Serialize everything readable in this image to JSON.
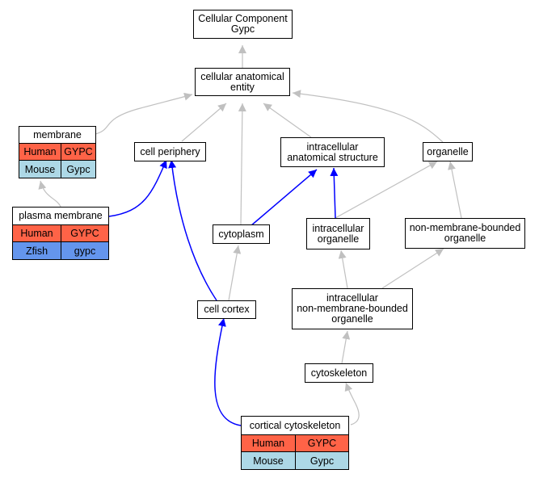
{
  "nodes": {
    "cellular_component": {
      "line1": "Cellular Component",
      "line2": "Gypc"
    },
    "cellular_anatomical_entity": {
      "line1": "cellular anatomical",
      "line2": "entity"
    },
    "membrane": {
      "label": "membrane"
    },
    "cell_periphery": {
      "label": "cell periphery"
    },
    "intracellular_anatomical_structure": {
      "line1": "intracellular",
      "line2": "anatomical structure"
    },
    "organelle": {
      "label": "organelle"
    },
    "plasma_membrane": {
      "label": "plasma membrane"
    },
    "cytoplasm": {
      "label": "cytoplasm"
    },
    "intracellular_organelle": {
      "line1": "intracellular",
      "line2": "organelle"
    },
    "non_membrane_bounded_organelle": {
      "line1": "non-membrane-bounded",
      "line2": "organelle"
    },
    "cell_cortex": {
      "label": "cell cortex"
    },
    "intracellular_nmbo": {
      "line1": "intracellular",
      "line2": "non-membrane-bounded",
      "line3": "organelle"
    },
    "cytoskeleton": {
      "label": "cytoskeleton"
    },
    "cortical_cytoskeleton": {
      "label": "cortical cytoskeleton"
    }
  },
  "orthologs": {
    "membrane": [
      {
        "species": "Human",
        "gene": "GYPC",
        "color": "#ff6347"
      },
      {
        "species": "Mouse",
        "gene": "Gypc",
        "color": "#add8e6"
      }
    ],
    "plasma_membrane": [
      {
        "species": "Human",
        "gene": "GYPC",
        "color": "#ff6347"
      },
      {
        "species": "Zfish",
        "gene": "gypc",
        "color": "#6495ed"
      }
    ],
    "cortical_cytoskeleton": [
      {
        "species": "Human",
        "gene": "GYPC",
        "color": "#ff6347"
      },
      {
        "species": "Mouse",
        "gene": "Gypc",
        "color": "#add8e6"
      }
    ]
  },
  "edges": [
    {
      "from": "cellular_anatomical_entity",
      "to": "cellular_component",
      "relation": "is_a"
    },
    {
      "from": "membrane",
      "to": "cellular_anatomical_entity",
      "relation": "is_a"
    },
    {
      "from": "cell_periphery",
      "to": "cellular_anatomical_entity",
      "relation": "is_a"
    },
    {
      "from": "intracellular_anatomical_structure",
      "to": "cellular_anatomical_entity",
      "relation": "is_a"
    },
    {
      "from": "organelle",
      "to": "cellular_anatomical_entity",
      "relation": "is_a"
    },
    {
      "from": "cytoplasm",
      "to": "cellular_anatomical_entity",
      "relation": "is_a"
    },
    {
      "from": "plasma_membrane",
      "to": "membrane",
      "relation": "is_a"
    },
    {
      "from": "plasma_membrane",
      "to": "cell_periphery",
      "relation": "part_of"
    },
    {
      "from": "cell_cortex",
      "to": "cell_periphery",
      "relation": "part_of"
    },
    {
      "from": "cytoplasm",
      "to": "intracellular_anatomical_structure",
      "relation": "part_of"
    },
    {
      "from": "intracellular_organelle",
      "to": "intracellular_anatomical_structure",
      "relation": "part_of"
    },
    {
      "from": "intracellular_organelle",
      "to": "organelle",
      "relation": "is_a"
    },
    {
      "from": "non_membrane_bounded_organelle",
      "to": "organelle",
      "relation": "is_a"
    },
    {
      "from": "cell_cortex",
      "to": "cytoplasm",
      "relation": "is_a"
    },
    {
      "from": "intracellular_nmbo",
      "to": "intracellular_organelle",
      "relation": "is_a"
    },
    {
      "from": "intracellular_nmbo",
      "to": "non_membrane_bounded_organelle",
      "relation": "is_a"
    },
    {
      "from": "cytoskeleton",
      "to": "intracellular_nmbo",
      "relation": "is_a"
    },
    {
      "from": "cortical_cytoskeleton",
      "to": "cell_cortex",
      "relation": "part_of"
    },
    {
      "from": "cortical_cytoskeleton",
      "to": "cytoskeleton",
      "relation": "is_a"
    }
  ],
  "colors": {
    "is_a": "#c0c0c0",
    "part_of": "#0000ff",
    "human": "#ff6347",
    "mouse": "#add8e6",
    "zfish": "#6495ed"
  }
}
